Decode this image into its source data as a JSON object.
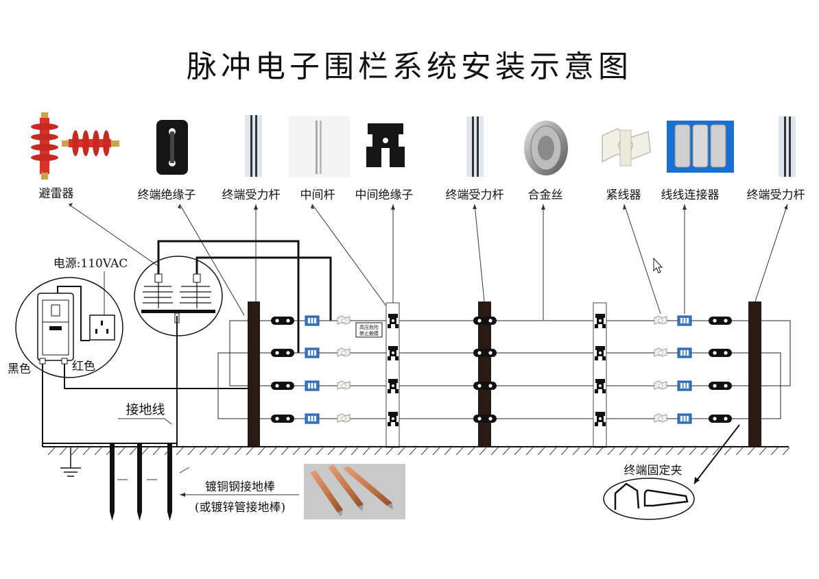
{
  "title": "脉冲电子围栏系统安装示意图",
  "components": {
    "surge_arrester": "避雷器",
    "end_insulator": "终端绝缘子",
    "end_post_1": "终端受力杆",
    "middle_post": "中间杆",
    "middle_insulator": "中间绝缘子",
    "end_post_2": "终端受力杆",
    "alloy_wire": "合金丝",
    "tensioner": "紧线器",
    "wire_connector": "线线连接器",
    "end_post_3": "终端受力杆"
  },
  "power": {
    "label": "电源:110VAC",
    "black": "黑色",
    "red": "红色"
  },
  "ground_wire": "接地线",
  "ground_rod": {
    "line1": "镀铜钢接地棒",
    "line2": "(或镀锌管接地棒)"
  },
  "terminal_clip": "终端固定夹",
  "warning_sign": {
    "line1": "高压危险",
    "line2": "禁止触摸"
  },
  "colors": {
    "post": "#2a1a14",
    "arrester_red": "#d8322a",
    "connector_blue": "#3a78c8",
    "rod_copper": "#c87a4a"
  }
}
